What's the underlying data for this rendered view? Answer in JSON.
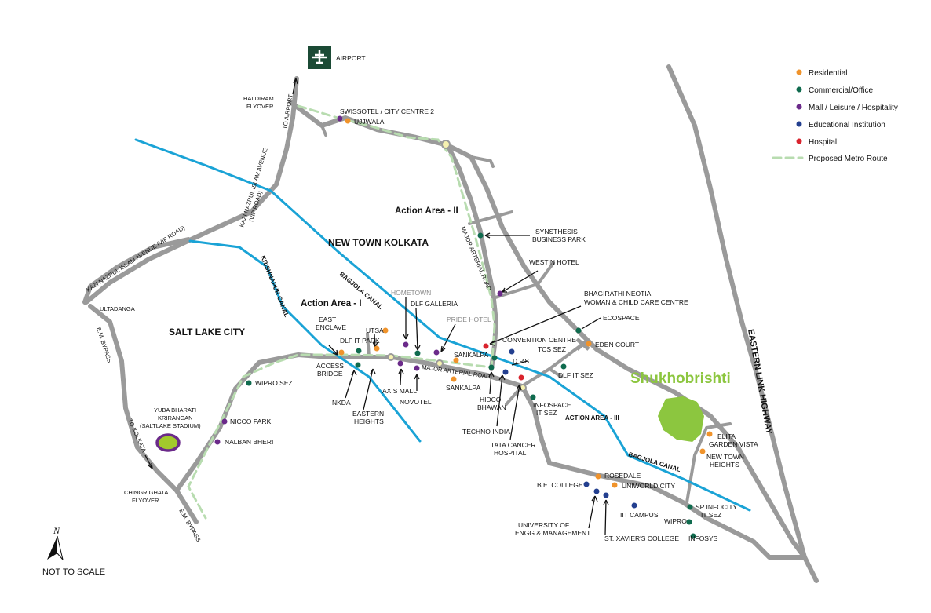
{
  "colors": {
    "residential": "#f0932b",
    "commercial": "#0f6b4e",
    "mall": "#6b2a8a",
    "educational": "#233f8f",
    "hospital": "#d9232d",
    "metro": "#b8dcb0",
    "canal": "#1aa3d6",
    "road": "#9a9a9a",
    "project": "#8cc63f"
  },
  "legend": [
    {
      "label": "Residential",
      "type": "residential"
    },
    {
      "label": "Commercial/Office",
      "type": "commercial"
    },
    {
      "label": "Mall / Leisure / Hospitality",
      "type": "mall"
    },
    {
      "label": "Educational Institution",
      "type": "educational"
    },
    {
      "label": "Hospital",
      "type": "hospital"
    },
    {
      "label": "Proposed Metro Route",
      "type": "metro"
    }
  ],
  "areas": {
    "new_town": "NEW TOWN KOLKATA",
    "salt_lake": "SALT LAKE CITY",
    "action_area_1": "Action Area - I",
    "action_area_2": "Action Area - II",
    "action_area_3": "ACTION AREA - III"
  },
  "project": {
    "name": "Shukhobrishti"
  },
  "airport": {
    "label": "AIRPORT",
    "icon": "airplane-icon"
  },
  "roads": {
    "vip_road_upper_1": "KAZI NAZRUL ISLAM AVENUE",
    "vip_road_upper_2": "(VIP ROAD)",
    "vip_road_lower": "KAZI NAZRUL ISLAM AVENUE (VIP ROAD)",
    "to_airport": "TO AIRPORT",
    "haldiram": [
      "HALDIRAM",
      "FLYOVER"
    ],
    "ultadanga": "ULTADANGA",
    "em_bypass_1": "E.M. BYPASS",
    "em_bypass_2": "E.M. BYPASS",
    "to_kolkata": "TO KOLKATA",
    "chingrighata": [
      "CHINGRIGHATA",
      "FLYOVER"
    ],
    "krishnapur_canal": "KRISHNAPUR CANAL",
    "bagjola_canal_1": "BAGJOLA CANAL",
    "bagjola_canal_2": "BAGJOLA   CANAL",
    "major_arterial_road_1": "MAJOR ARTERIAL ROAD",
    "major_arterial_road_2": "MAJOR ARTERIAL ROAD",
    "eastern_link_highway": "EASTERN LINK HIGHWAY"
  },
  "places": [
    {
      "id": "swissotel",
      "label": "SWISSOTEL / CITY CENTRE 2",
      "type": "mall"
    },
    {
      "id": "ujjwala",
      "label": "UJJWALA",
      "type": "residential"
    },
    {
      "id": "synthesis",
      "label": [
        "SYNSTHESIS",
        "BUSINESS PARK"
      ],
      "type": "commercial"
    },
    {
      "id": "westin",
      "label": "WESTIN HOTEL",
      "type": "mall"
    },
    {
      "id": "bagirathi",
      "label": [
        "BHAGIRATHI NEOTIA",
        "WOMAN & CHILD CARE CENTRE"
      ],
      "type": "hospital"
    },
    {
      "id": "ecospace",
      "label": "ECOSPACE",
      "type": "commercial"
    },
    {
      "id": "eden_court",
      "label": "EDEN COURT",
      "type": "residential"
    },
    {
      "id": "convention",
      "label": "CONVENTION CENTRE",
      "type": "commercial"
    },
    {
      "id": "tcs",
      "label": "TCS SEZ",
      "type": "commercial"
    },
    {
      "id": "dps",
      "label": "D.P.S.",
      "type": "educational"
    },
    {
      "id": "dlf_it_sez",
      "label": "DLF IT SEZ",
      "type": "commercial"
    },
    {
      "id": "sankalpa1",
      "label": "SANKALPA",
      "type": "residential"
    },
    {
      "id": "sankalpa2",
      "label": "SANKALPA",
      "type": "residential"
    },
    {
      "id": "hidco",
      "label": [
        "HIDCO",
        "BHAWAN"
      ],
      "type": "commercial"
    },
    {
      "id": "techno",
      "label": "TECHNO INDIA",
      "type": "educational"
    },
    {
      "id": "tata",
      "label": [
        "TATA CANCER",
        "HOSPITAL"
      ],
      "type": "hospital"
    },
    {
      "id": "infospace",
      "label": [
        "INFOSPACE",
        "IT SEZ"
      ],
      "type": "commercial"
    },
    {
      "id": "hometown",
      "label": "HOMETOWN",
      "type": "mall"
    },
    {
      "id": "dlf_galleria",
      "label": "DLF GALLERIA",
      "type": "commercial"
    },
    {
      "id": "pride",
      "label": "PRIDE HOTEL",
      "type": "mall"
    },
    {
      "id": "utsa",
      "label": "UTSA",
      "type": "residential"
    },
    {
      "id": "east_enclave",
      "label": [
        "EAST",
        "ENCLAVE"
      ],
      "type": "residential"
    },
    {
      "id": "dlf_it_park",
      "label": "DLF IT PARK",
      "type": "commercial"
    },
    {
      "id": "access_bridge",
      "label": [
        "ACCESS",
        "BRIDGE"
      ],
      "type": "road"
    },
    {
      "id": "nkda",
      "label": "NKDA",
      "type": "commercial"
    },
    {
      "id": "eastern_heights",
      "label": [
        "EASTERN",
        "HEIGHTS"
      ],
      "type": "residential"
    },
    {
      "id": "axis_mall",
      "label": "AXIS MALL",
      "type": "mall"
    },
    {
      "id": "novotel",
      "label": "NOVOTEL",
      "type": "mall"
    },
    {
      "id": "wipro_sez",
      "label": "WIPRO SEZ",
      "type": "commercial"
    },
    {
      "id": "nicco",
      "label": "NICCO PARK",
      "type": "mall"
    },
    {
      "id": "nalban",
      "label": "NALBAN BHERI",
      "type": "mall"
    },
    {
      "id": "stadium",
      "label": [
        "YUBA BHARATI",
        "KRIRANGAN",
        "(SALTLAKE STADIUM)"
      ],
      "type": "mall"
    },
    {
      "id": "elita",
      "label": [
        "ELITA",
        "GARDEN VISTA"
      ],
      "type": "residential"
    },
    {
      "id": "nt_heights",
      "label": [
        "NEW TOWN",
        "HEIGHTS"
      ],
      "type": "residential"
    },
    {
      "id": "rosedale",
      "label": "ROSEDALE",
      "type": "residential"
    },
    {
      "id": "uniworld",
      "label": "UNIWORLD CITY",
      "type": "residential"
    },
    {
      "id": "be_college",
      "label": "B.E. COLLEGE",
      "type": "educational"
    },
    {
      "id": "iit",
      "label": "IIT CAMPUS",
      "type": "educational"
    },
    {
      "id": "uem",
      "label": [
        "UNIVERSITY OF",
        "ENGG & MANAGEMENT"
      ],
      "type": "educational"
    },
    {
      "id": "xaviers",
      "label": "ST. XAVIER'S COLLEGE",
      "type": "educational"
    },
    {
      "id": "sp_infocity",
      "label": [
        "SP INFOCITY",
        "IT SEZ"
      ],
      "type": "commercial"
    },
    {
      "id": "wipro",
      "label": "WIPRO",
      "type": "commercial"
    },
    {
      "id": "infosys",
      "label": "INFOSYS",
      "type": "commercial"
    }
  ],
  "compass": {
    "letter": "N",
    "icon": "north-arrow-icon"
  },
  "scale_note": "NOT TO SCALE"
}
